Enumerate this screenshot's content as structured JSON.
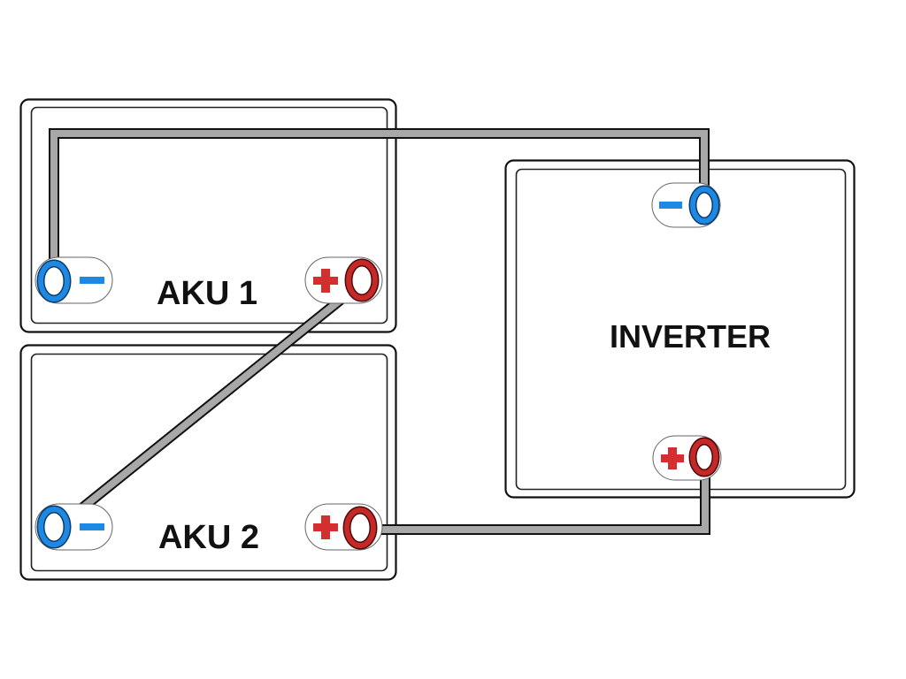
{
  "diagram": {
    "type": "wiring-diagram",
    "description": "Two batteries connected in series to an inverter"
  },
  "components": {
    "battery1": {
      "label": "AKU 1",
      "terminals": {
        "negative": "−",
        "positive": "+"
      }
    },
    "battery2": {
      "label": "AKU 2",
      "terminals": {
        "negative": "−",
        "positive": "+"
      }
    },
    "inverter": {
      "label": "INVERTER",
      "terminals": {
        "negative": "−",
        "positive": "+"
      }
    }
  },
  "connections": [
    {
      "from": "battery1.negative",
      "to": "inverter.negative"
    },
    {
      "from": "battery1.positive",
      "to": "battery2.negative"
    },
    {
      "from": "battery2.positive",
      "to": "inverter.positive"
    }
  ],
  "colors": {
    "negative": "#1e88e5",
    "negative_dark": "#0d3b66",
    "positive": "#c62828",
    "positive_dark": "#4a0a0a",
    "cable": "#a8a8a8",
    "outline": "#111111"
  }
}
